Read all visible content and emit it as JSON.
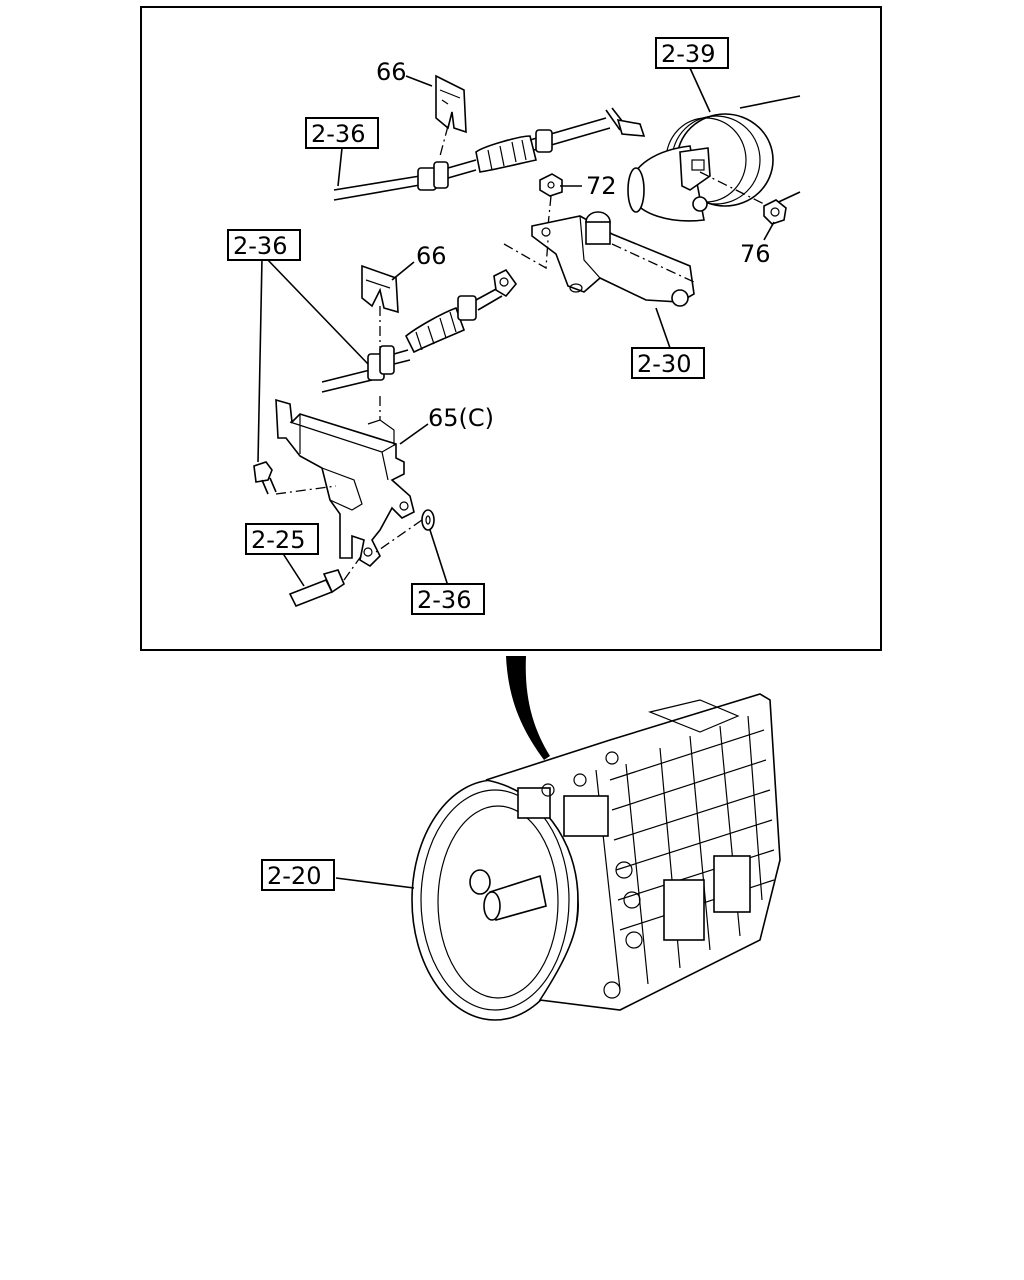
{
  "callouts": [
    {
      "id": "c1",
      "text": "66"
    },
    {
      "id": "c2",
      "text": "2-39"
    },
    {
      "id": "c3",
      "text": "2-36"
    },
    {
      "id": "c4",
      "text": "72"
    },
    {
      "id": "c5",
      "text": "76"
    },
    {
      "id": "c6",
      "text": "2-36"
    },
    {
      "id": "c7",
      "text": "66"
    },
    {
      "id": "c8",
      "text": "2-30"
    },
    {
      "id": "c9",
      "text": "65(C)"
    },
    {
      "id": "c10",
      "text": "2-25"
    },
    {
      "id": "c11",
      "text": "2-36"
    },
    {
      "id": "c12",
      "text": "2-20"
    }
  ]
}
